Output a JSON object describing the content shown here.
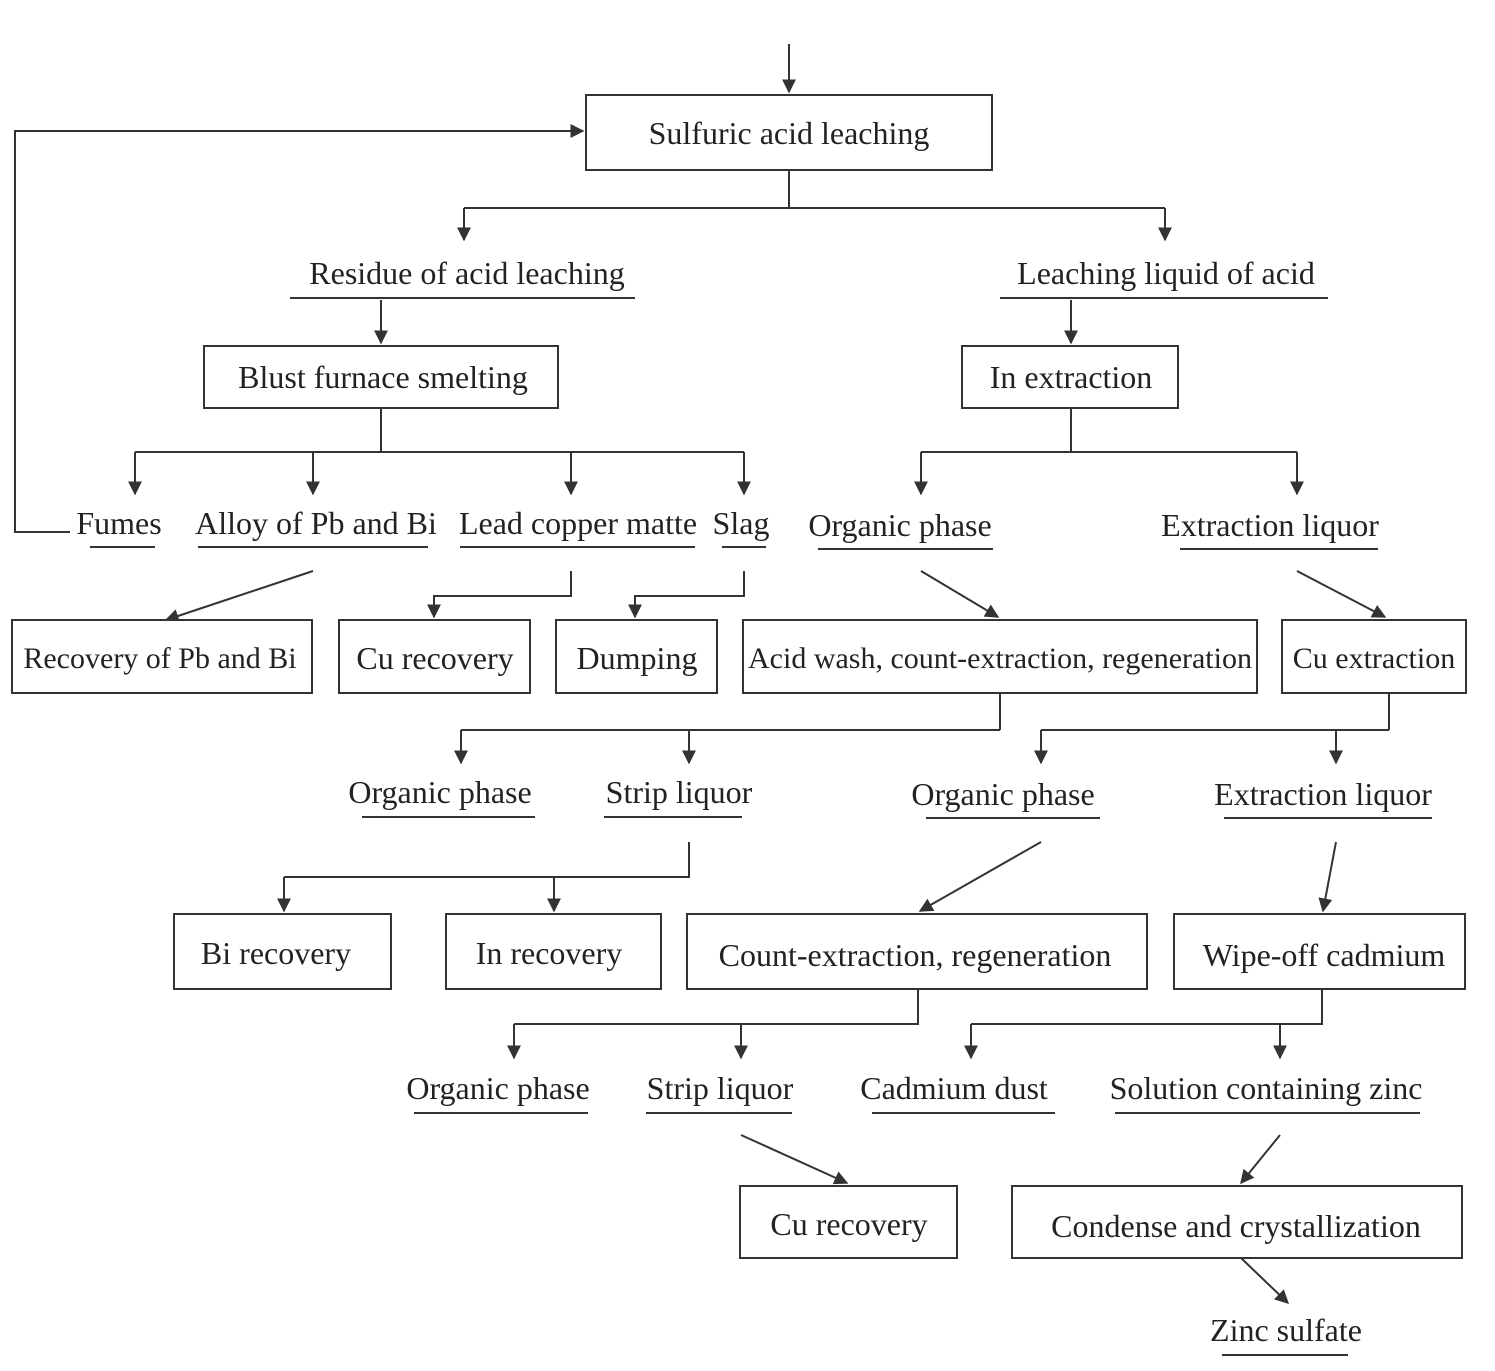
{
  "nodes": {
    "sulfuric_acid_leaching": "Sulfuric acid leaching",
    "residue_of_acid_leaching": "Residue of acid leaching",
    "leaching_liquid_of_acid": "Leaching liquid of acid",
    "blust_furnace_smelting": "Blust furnace smelting",
    "in_extraction": "In extraction",
    "fumes": "Fumes",
    "alloy_pb_bi": "Alloy of Pb and Bi",
    "lead_copper_matte": "Lead copper matte",
    "slag": "Slag",
    "organic_phase_1": "Organic phase",
    "extraction_liquor_1": "Extraction liquor",
    "recovery_pb_bi": "Recovery of Pb and Bi",
    "cu_recovery_1": "Cu recovery",
    "dumping": "Dumping",
    "acid_wash": "Acid wash, count-extraction, regeneration",
    "cu_extraction": "Cu extraction",
    "organic_phase_2": "Organic phase",
    "strip_liquor_1": "Strip liquor",
    "organic_phase_3": "Organic phase",
    "extraction_liquor_2": "Extraction liquor",
    "bi_recovery": "Bi recovery",
    "in_recovery": "In recovery",
    "count_extraction_regeneration": "Count-extraction, regeneration",
    "wipe_off_cadmium": "Wipe-off cadmium",
    "organic_phase_4": "Organic phase",
    "strip_liquor_2": "Strip liquor",
    "cadmium_dust": "Cadmium dust",
    "solution_containing_zinc": "Solution containing zinc",
    "cu_recovery_2": "Cu recovery",
    "condense_crystallization": "Condense and crystallization",
    "zinc_sulfate": "Zinc sulfate"
  }
}
